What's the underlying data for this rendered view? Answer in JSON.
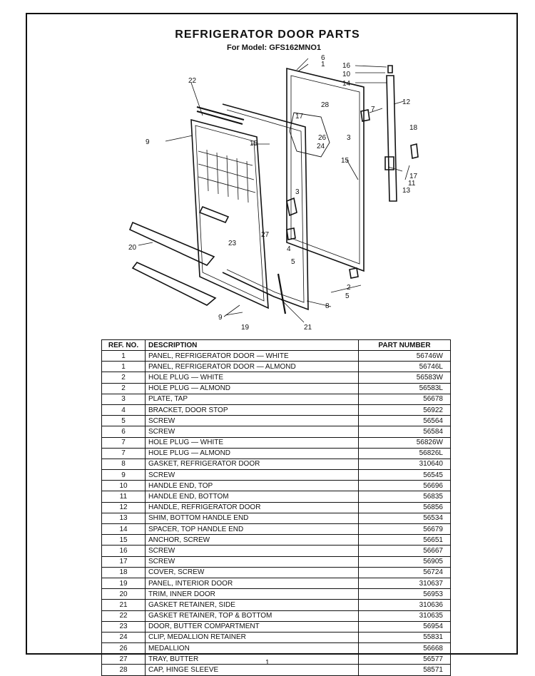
{
  "header": {
    "title": "REFRIGERATOR DOOR PARTS",
    "model_line": "For Model: GFS162MNO1"
  },
  "diagram": {
    "callouts": [
      "1",
      "2",
      "3",
      "4",
      "5",
      "6",
      "7",
      "8",
      "9",
      "10",
      "11",
      "12",
      "13",
      "14",
      "15",
      "16",
      "17",
      "18",
      "19",
      "20",
      "21",
      "22",
      "23",
      "24",
      "26",
      "27",
      "28"
    ]
  },
  "parts_table": {
    "columns": [
      "REF. NO.",
      "DESCRIPTION",
      "PART NUMBER"
    ],
    "rows": [
      {
        "ref": "1",
        "description": "PANEL, REFRIGERATOR DOOR — WHITE",
        "part_number": "56746W"
      },
      {
        "ref": "1",
        "description": "PANEL, REFRIGERATOR DOOR — ALMOND",
        "part_number": "56746L"
      },
      {
        "ref": "2",
        "description": "HOLE PLUG — WHITE",
        "part_number": "56583W"
      },
      {
        "ref": "2",
        "description": "HOLE PLUG — ALMOND",
        "part_number": "56583L"
      },
      {
        "ref": "3",
        "description": "PLATE, TAP",
        "part_number": "56678"
      },
      {
        "ref": "4",
        "description": "BRACKET, DOOR STOP",
        "part_number": "56922"
      },
      {
        "ref": "5",
        "description": "SCREW",
        "part_number": "56564"
      },
      {
        "ref": "6",
        "description": "SCREW",
        "part_number": "56584"
      },
      {
        "ref": "7",
        "description": "HOLE PLUG — WHITE",
        "part_number": "56826W"
      },
      {
        "ref": "7",
        "description": "HOLE PLUG — ALMOND",
        "part_number": "56826L"
      },
      {
        "ref": "8",
        "description": "GASKET, REFRIGERATOR DOOR",
        "part_number": "310640"
      },
      {
        "ref": "9",
        "description": "SCREW",
        "part_number": "56545"
      },
      {
        "ref": "10",
        "description": "HANDLE END, TOP",
        "part_number": "56696"
      },
      {
        "ref": "11",
        "description": "HANDLE END, BOTTOM",
        "part_number": "56835"
      },
      {
        "ref": "12",
        "description": "HANDLE, REFRIGERATOR DOOR",
        "part_number": "56856"
      },
      {
        "ref": "13",
        "description": "SHIM, BOTTOM HANDLE END",
        "part_number": "56534"
      },
      {
        "ref": "14",
        "description": "SPACER, TOP HANDLE END",
        "part_number": "56679"
      },
      {
        "ref": "15",
        "description": "ANCHOR, SCREW",
        "part_number": "56651"
      },
      {
        "ref": "16",
        "description": "SCREW",
        "part_number": "56667"
      },
      {
        "ref": "17",
        "description": "SCREW",
        "part_number": "56905"
      },
      {
        "ref": "18",
        "description": "COVER, SCREW",
        "part_number": "56724"
      },
      {
        "ref": "19",
        "description": "PANEL, INTERIOR DOOR",
        "part_number": "310637"
      },
      {
        "ref": "20",
        "description": "TRIM, INNER DOOR",
        "part_number": "56953"
      },
      {
        "ref": "21",
        "description": "GASKET RETAINER, SIDE",
        "part_number": "310636"
      },
      {
        "ref": "22",
        "description": "GASKET RETAINER, TOP & BOTTOM",
        "part_number": "310635"
      },
      {
        "ref": "23",
        "description": "DOOR, BUTTER COMPARTMENT",
        "part_number": "56954"
      },
      {
        "ref": "24",
        "description": "CLIP, MEDALLION RETAINER",
        "part_number": "55831"
      },
      {
        "ref": "26",
        "description": "MEDALLION",
        "part_number": "56668"
      },
      {
        "ref": "27",
        "description": "TRAY, BUTTER",
        "part_number": "56577"
      },
      {
        "ref": "28",
        "description": "CAP, HINGE SLEEVE",
        "part_number": "58571"
      }
    ]
  },
  "footer": {
    "mark": "1"
  }
}
